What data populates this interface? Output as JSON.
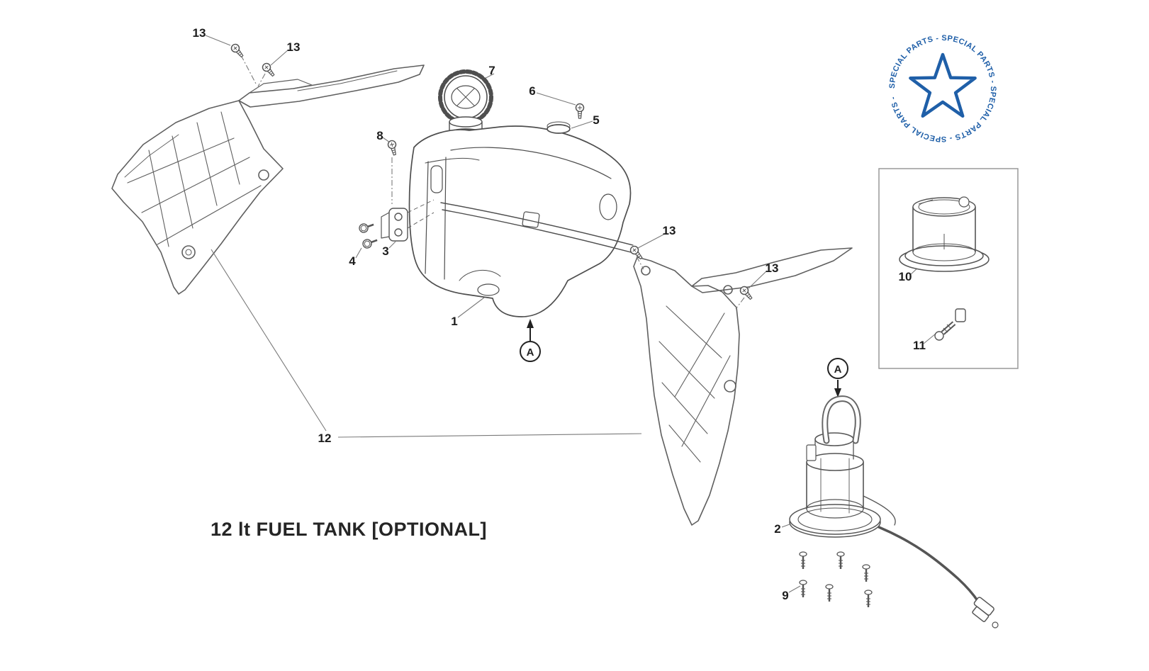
{
  "diagram": {
    "title": "12 lt FUEL TANK [OPTIONAL]",
    "callout_letter": "A",
    "stamp": {
      "ring_text": "SPECIAL PARTS - SPECIAL PARTS - SPECIAL PARTS - SPECIAL PARTS - ",
      "color": "#1f5fa8"
    },
    "colors": {
      "line": "#5c5c5c",
      "label": "#1c1c1c"
    }
  },
  "labels": [
    {
      "text": "13"
    },
    {
      "text": "13"
    },
    {
      "text": "7"
    },
    {
      "text": "6"
    },
    {
      "text": "5"
    },
    {
      "text": "8"
    },
    {
      "text": "3"
    },
    {
      "text": "4"
    },
    {
      "text": "1"
    },
    {
      "text": "13"
    },
    {
      "text": "13"
    },
    {
      "text": "12"
    },
    {
      "text": "10"
    },
    {
      "text": "11"
    },
    {
      "text": "2"
    },
    {
      "text": "9"
    }
  ]
}
